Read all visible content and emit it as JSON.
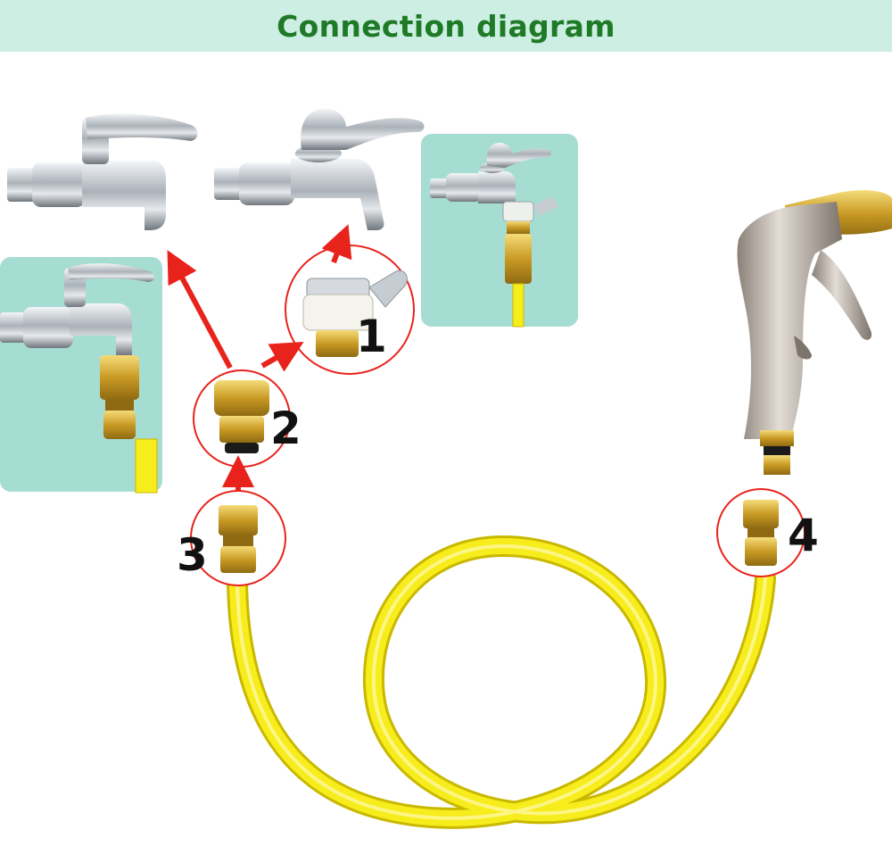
{
  "header": {
    "title": "Connection diagram"
  },
  "callouts": [
    {
      "number": "1",
      "part": "faucet-clamp-adapter"
    },
    {
      "number": "2",
      "part": "tap-connector"
    },
    {
      "number": "3",
      "part": "hose-quick-connector"
    },
    {
      "number": "4",
      "part": "hose-quick-connector"
    }
  ],
  "colors": {
    "header_bg": "#cdeee2",
    "title_text": "#1f7a27",
    "panel_bg": "#a6ddd2",
    "arrow": "#e8231c",
    "hose": "#f2e600",
    "brass": "#d9b13b",
    "chrome": "#c9ced3"
  },
  "icons": [
    "faucet-threaded-icon",
    "faucet-smooth-icon",
    "spray-gun-icon",
    "brass-connector-icon",
    "hose-icon"
  ]
}
